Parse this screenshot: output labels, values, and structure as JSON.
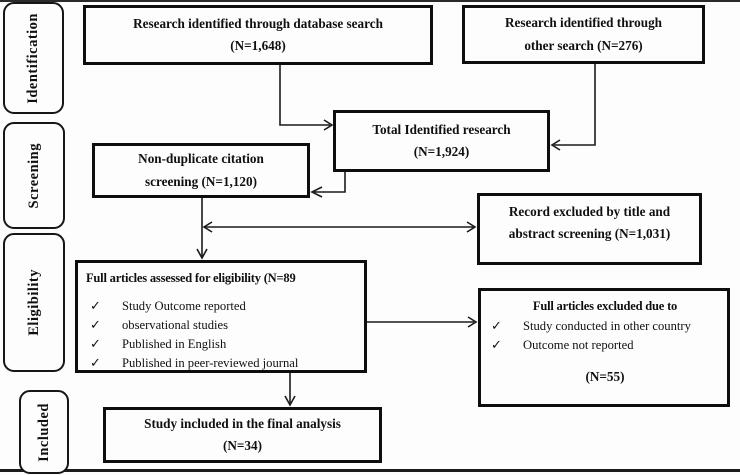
{
  "figure": {
    "stages": [
      {
        "label": "Identification"
      },
      {
        "label": "Screening"
      },
      {
        "label": "Eligibility"
      },
      {
        "label": "Included"
      }
    ],
    "boxes": {
      "database": {
        "line1": "Research identified through database search",
        "line2": "(N=1,648)"
      },
      "other": {
        "line1": "Research identified through",
        "line2": "other search (N=276)"
      },
      "total": {
        "line1": "Total Identified research",
        "line2": "(N=1,924)"
      },
      "nonduplicate": {
        "line1": "Non-duplicate citation",
        "line2": "screening (N=1,120)"
      },
      "record_excluded": {
        "line1": "Record excluded by title and",
        "line2": "abstract screening (N=1,031)"
      },
      "eligibility": {
        "title": "Full articles assessed for eligibility (N=89",
        "check_glyph": "✓",
        "items": [
          "Study Outcome reported",
          "observational studies",
          "Published in English",
          "Published in peer-reviewed journal"
        ]
      },
      "full_excluded": {
        "title": "Full articles excluded due to",
        "check_glyph": "✓",
        "items": [
          "Study conducted in other country",
          "Outcome not reported"
        ],
        "count": "(N=55)"
      },
      "included": {
        "line1": "Study included in the final analysis",
        "line2": "(N=34)"
      }
    }
  }
}
